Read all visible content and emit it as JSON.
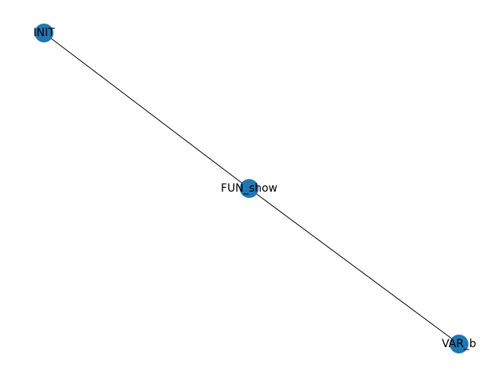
{
  "graph": {
    "node_color": "#1f77b4",
    "edge_color": "#000000",
    "nodes": [
      {
        "id": "INIT",
        "label": "INIT"
      },
      {
        "id": "FUN_show",
        "label": "FUN_show"
      },
      {
        "id": "VAR_b",
        "label": "VAR_b"
      }
    ],
    "edges": [
      {
        "source": "INIT",
        "target": "FUN_show"
      },
      {
        "source": "FUN_show",
        "target": "VAR_b"
      }
    ]
  }
}
